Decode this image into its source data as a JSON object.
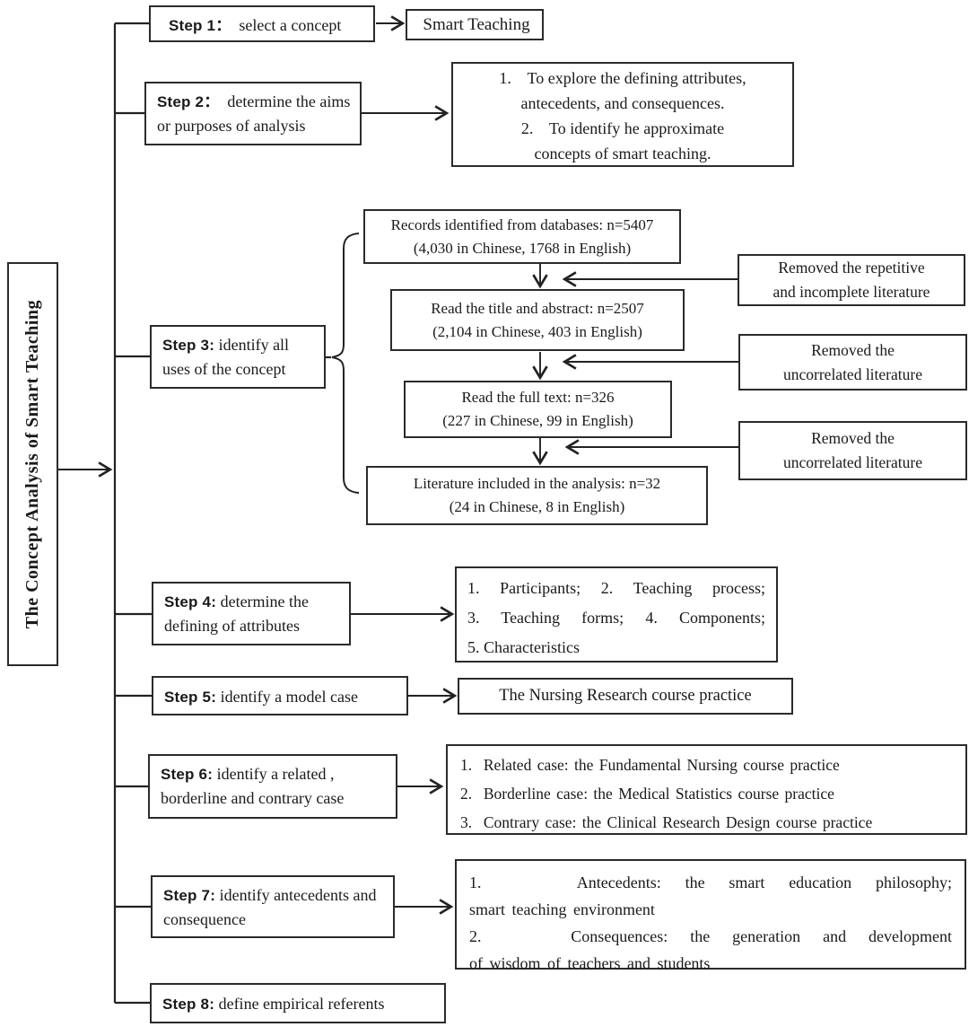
{
  "colors": {
    "line": "#222222",
    "border": "#2b2b2b",
    "text": "#1a1a1a",
    "background": "#ffffff"
  },
  "sidebar_title": "The Concept Analysis of Smart Teaching",
  "steps": [
    {
      "label": "Step 1：",
      "desc": "  select a concept"
    },
    {
      "label": "Step 2：",
      "desc": "  determine the aims or purposes of analysis"
    },
    {
      "label": "Step 3:",
      "desc": " identify all uses of the concept"
    },
    {
      "label": "Step 4:",
      "desc": " determine the defining of attributes"
    },
    {
      "label": "Step 5:",
      "desc": " identify a model case"
    },
    {
      "label": "Step 6:",
      "desc": " identify a related , borderline and contrary case"
    },
    {
      "label": "Step 7:",
      "desc": " identify antecedents and consequence"
    },
    {
      "label": "Step 8:",
      "desc": " define empirical referents"
    }
  ],
  "results": {
    "step1": "Smart Teaching",
    "step2_lines": [
      "1.    To explore the defining attributes,",
      "antecedents, and consequences.",
      "2.    To identify he approximate",
      "concepts of smart teaching."
    ],
    "step4_lines": [
      "1. Participants; 2. Teaching process;",
      "3. Teaching forms; 4. Components;",
      "5. Characteristics"
    ],
    "step5": "The Nursing Research course practice",
    "step6_lines": [
      "1.  Related case: the Fundamental Nursing course practice",
      "2.  Borderline case: the Medical Statistics course practice",
      "3.  Contrary case: the Clinical Research Design course practice"
    ],
    "step7_lines": [
      "1.    Antecedents: the smart education philosophy;",
      "smart teaching environment",
      "2.    Consequences: the generation and development",
      "of wisdom of teachers and students"
    ]
  },
  "screening": {
    "boxes": [
      {
        "line1": "Records identified from databases: n=5407",
        "line2": "(4,030 in Chinese, 1768 in English)"
      },
      {
        "line1": "Read the title and abstract: n=2507",
        "line2": "(2,104 in Chinese, 403 in English)"
      },
      {
        "line1": "Read the full text: n=326",
        "line2": "(227 in Chinese, 99 in English)"
      },
      {
        "line1": "Literature included in the analysis: n=32",
        "line2": "(24 in Chinese, 8 in English)"
      }
    ],
    "removed": [
      {
        "line1": "Removed the repetitive",
        "line2": "and incomplete literature"
      },
      {
        "line1": "Removed the",
        "line2": "uncorrelated literature"
      },
      {
        "line1": "Removed the",
        "line2": "uncorrelated literature"
      }
    ]
  }
}
